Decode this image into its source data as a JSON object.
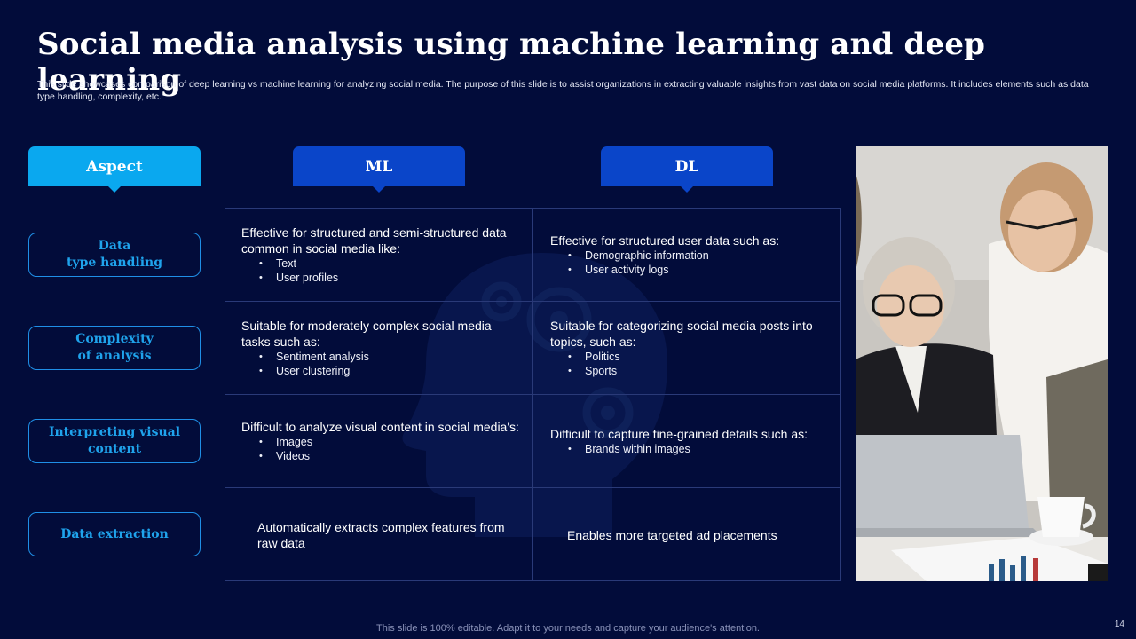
{
  "title": "Social media analysis using machine learning and deep learning",
  "subtitle": "This slide showcases comparison of deep learning vs machine learning for analyzing social media. The purpose of this slide is to assist organizations in extracting valuable insights from vast data on social media platforms. It includes elements such as data type handling, complexity, etc.",
  "headers": {
    "aspect": "Aspect",
    "ml": "ML",
    "dl": "DL"
  },
  "aspects": [
    "Data\ntype handling",
    "Complexity\nof analysis",
    "Interpreting visual\ncontent",
    "Data extraction"
  ],
  "rows": [
    {
      "ml": {
        "text": "Effective for structured and semi-structured data common in social media like:",
        "bullets": [
          "Text",
          "User profiles"
        ]
      },
      "dl": {
        "text": "Effective for structured user data such as:",
        "bullets": [
          "Demographic information",
          "User activity logs"
        ]
      }
    },
    {
      "ml": {
        "text": "Suitable for moderately complex social media tasks such as:",
        "bullets": [
          "Sentiment analysis",
          "User clustering"
        ]
      },
      "dl": {
        "text": "Suitable for categorizing social media posts into topics, such as:",
        "bullets": [
          "Politics",
          "Sports"
        ]
      }
    },
    {
      "ml": {
        "text": "Difficult to analyze visual content in social media's:",
        "bullets": [
          "Images",
          "Videos"
        ]
      },
      "dl": {
        "text": "Difficult to capture fine-grained details such as:",
        "bullets": [
          "Brands within images"
        ]
      }
    },
    {
      "ml": {
        "text": "Automatically extracts complex features from raw data",
        "bullets": []
      },
      "dl": {
        "text": "Enables more targeted ad placements",
        "bullets": []
      }
    }
  ],
  "footer": "This slide is 100% editable. Adapt it to your needs and capture your audience's attention.",
  "page_number": "14",
  "colors": {
    "background": "#020c3a",
    "aspect_header": "#0aa8ef",
    "column_header": "#0a45c9",
    "aspect_text": "#1fa3ec"
  },
  "icons": {
    "watermark": "head-gears-icon",
    "photo": "business-women-laptop-photo"
  }
}
